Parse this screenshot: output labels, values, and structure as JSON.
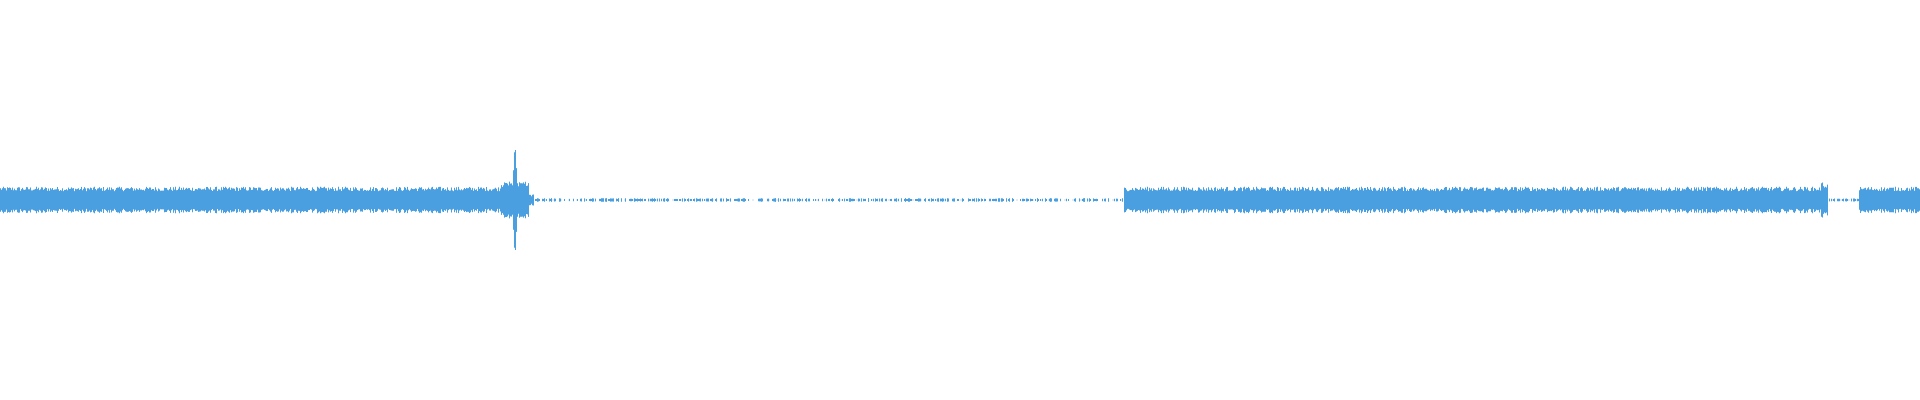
{
  "waveform": {
    "color": "#4a9fe0",
    "background": "#ffffff",
    "amplitude_max": 1.0,
    "duration_fraction_segments": [
      {
        "start": 0.0,
        "end": 0.262,
        "level": 0.12
      },
      {
        "start": 0.262,
        "end": 0.272,
        "level": 0.16
      },
      {
        "start": 0.272,
        "end": 0.278,
        "level": 0.05
      },
      {
        "start": 0.278,
        "end": 0.585,
        "level": 0.012
      },
      {
        "start": 0.585,
        "end": 0.948,
        "level": 0.12
      },
      {
        "start": 0.948,
        "end": 0.952,
        "level": 0.16
      },
      {
        "start": 0.952,
        "end": 0.968,
        "level": 0.01
      },
      {
        "start": 0.968,
        "end": 1.0,
        "level": 0.12
      }
    ],
    "transients": [
      {
        "at": 0.268,
        "level": 0.55
      },
      {
        "at": 0.949,
        "level": 0.17
      }
    ]
  }
}
